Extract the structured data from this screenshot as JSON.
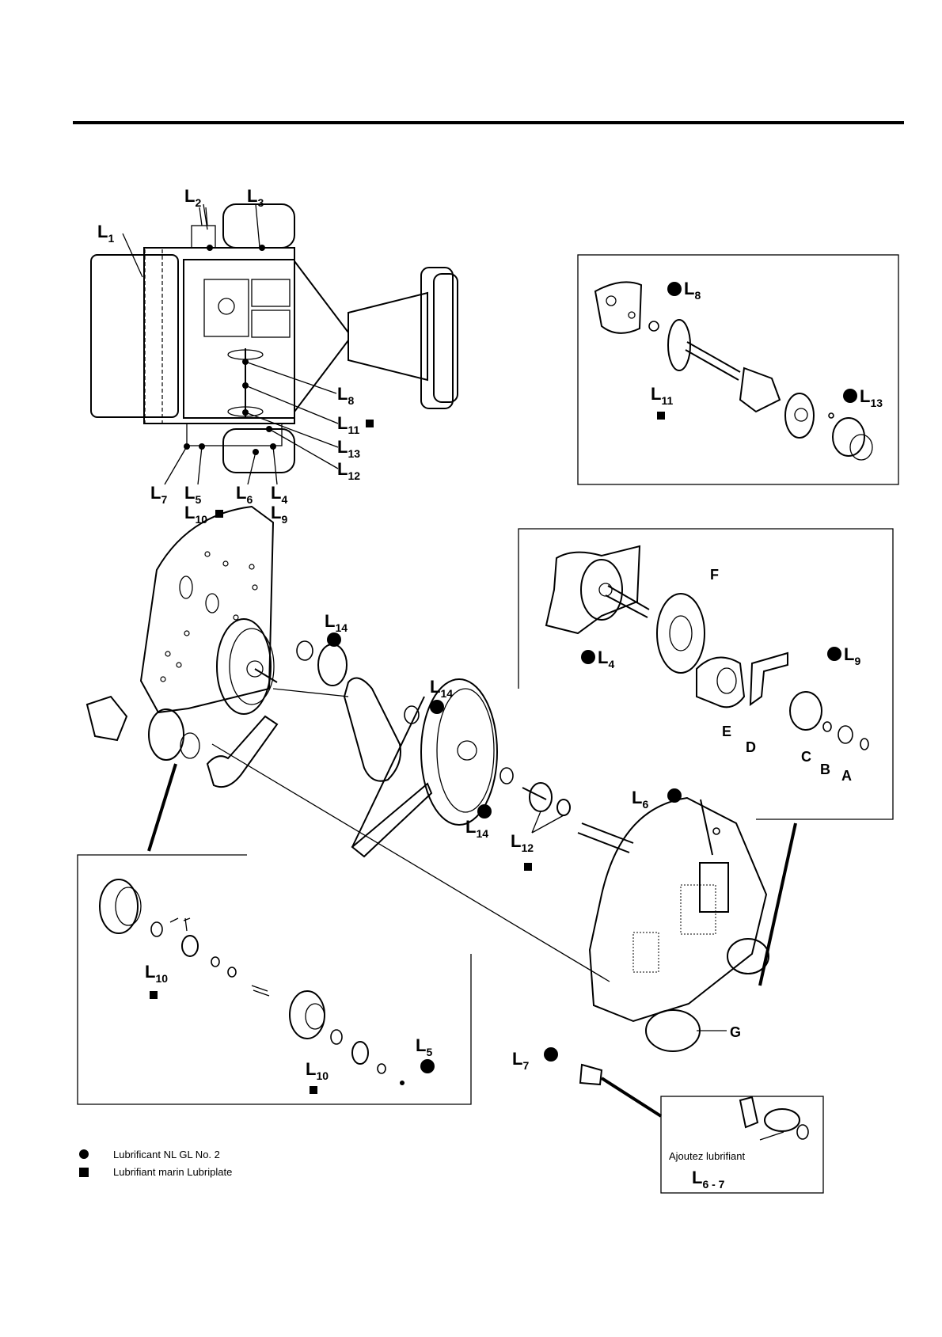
{
  "labels": {
    "L1": "L",
    "L1n": "1",
    "L2": "L",
    "L2n": "2",
    "L3": "L",
    "L3n": "3",
    "L4": "L",
    "L4n": "4",
    "L5": "L",
    "L5n": "5",
    "L6": "L",
    "L6n": "6",
    "L7": "L",
    "L7n": "7",
    "L8": "L",
    "L8n": "8",
    "L9": "L",
    "L9n": "9",
    "L10": "L",
    "L10n": "10",
    "L11": "L",
    "L11n": "11",
    "L12": "L",
    "L12n": "12",
    "L13": "L",
    "L13n": "13",
    "L14": "L",
    "L14n": "14"
  },
  "letters": {
    "A": "A",
    "B": "B",
    "C": "C",
    "D": "D",
    "E": "E",
    "F": "F",
    "G": "G"
  },
  "legend": {
    "circle": "Lubrificant NL GL No. 2",
    "square": "Lubrifiant marin Lubriplate"
  },
  "inset_note": {
    "text": "Ajoutez lubrifiant",
    "label": "L",
    "sub": "6 - 7"
  }
}
